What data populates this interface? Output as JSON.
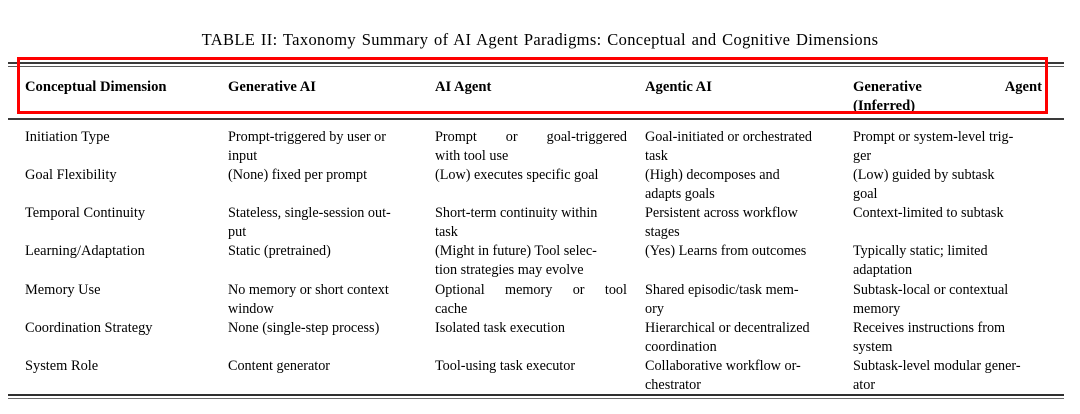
{
  "caption": "TABLE II: Taxonomy Summary of AI Agent Paradigms: Conceptual and Cognitive Dimensions",
  "colors": {
    "highlight_box": "#FE0000",
    "rule": "#2F2F2F",
    "text": "#000000",
    "page_background": "#FFFFFF"
  },
  "table": {
    "headers": {
      "col1": "Conceptual Dimension",
      "col2": "Generative AI",
      "col3": "AI Agent",
      "col4": "Agentic AI",
      "col5_line1_left": "Generative",
      "col5_line1_right": "Agent",
      "col5_line2": "(Inferred)"
    },
    "rows": [
      {
        "dimension": "Initiation Type",
        "generative_ai": {
          "l1": "Prompt-triggered by user or",
          "l2": "input"
        },
        "ai_agent": {
          "l1": [
            "Prompt",
            "or",
            "goal-triggered"
          ],
          "l2": "with tool use"
        },
        "agentic_ai": {
          "l1": "Goal-initiated or orchestrated",
          "l2": "task"
        },
        "generative_agent": {
          "l1": "Prompt or system-level trig-",
          "l2": "ger"
        }
      },
      {
        "dimension": "Goal Flexibility",
        "generative_ai": {
          "l1": "(None) fixed per prompt",
          "l2": ""
        },
        "ai_agent": {
          "l1": [
            "(Low) executes specific goal"
          ],
          "l2": ""
        },
        "agentic_ai": {
          "l1": "(High)   decomposes   and",
          "l2": "adapts goals"
        },
        "generative_agent": {
          "l1": "(Low)  guided  by  subtask",
          "l2": "goal"
        }
      },
      {
        "dimension": "Temporal Continuity",
        "generative_ai": {
          "l1": "Stateless, single-session out-",
          "l2": "put"
        },
        "ai_agent": {
          "l1": [
            "Short-term continuity within"
          ],
          "l2": "task"
        },
        "agentic_ai": {
          "l1": "Persistent  across  workflow",
          "l2": "stages"
        },
        "generative_agent": {
          "l1": "Context-limited to subtask",
          "l2": ""
        }
      },
      {
        "dimension": "Learning/Adaptation",
        "generative_ai": {
          "l1": "Static (pretrained)",
          "l2": ""
        },
        "ai_agent": {
          "l1": [
            "(Might in future) Tool selec-"
          ],
          "l2": "tion strategies may evolve"
        },
        "agentic_ai": {
          "l1": "(Yes) Learns from outcomes",
          "l2": ""
        },
        "generative_agent": {
          "l1": "Typically    static;    limited",
          "l2": "adaptation"
        }
      },
      {
        "dimension": "Memory Use",
        "generative_ai": {
          "l1": "No memory or short context",
          "l2": "window"
        },
        "ai_agent": {
          "l1": [
            "Optional",
            "memory",
            "or",
            "tool"
          ],
          "l2": "cache"
        },
        "agentic_ai": {
          "l1": "Shared episodic/task mem-",
          "l2": "ory"
        },
        "generative_agent": {
          "l1": "Subtask-local  or  contextual",
          "l2": "memory"
        }
      },
      {
        "dimension": "Coordination Strategy",
        "generative_ai": {
          "l1": "None (single-step process)",
          "l2": ""
        },
        "ai_agent": {
          "l1": [
            "Isolated task execution"
          ],
          "l2": ""
        },
        "agentic_ai": {
          "l1": "Hierarchical or decentralized",
          "l2": "coordination"
        },
        "generative_agent": {
          "l1": "Receives  instructions  from",
          "l2": "system"
        }
      },
      {
        "dimension": "System Role",
        "generative_ai": {
          "l1": "Content generator",
          "l2": ""
        },
        "ai_agent": {
          "l1": [
            "Tool-using task executor"
          ],
          "l2": ""
        },
        "agentic_ai": {
          "l1": "Collaborative  workflow  or-",
          "l2": "chestrator"
        },
        "generative_agent": {
          "l1": "Subtask-level modular gener-",
          "l2": "ator"
        }
      }
    ]
  }
}
